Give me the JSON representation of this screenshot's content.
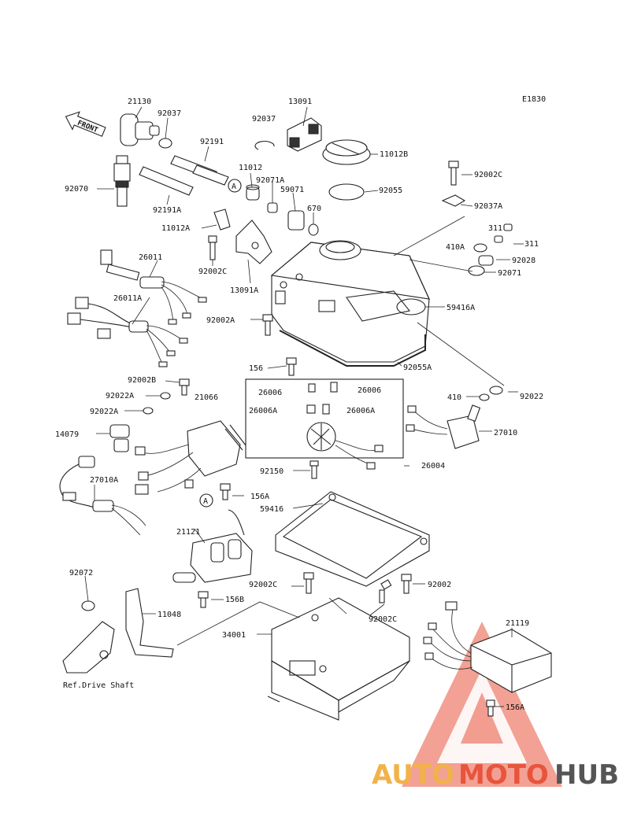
{
  "diagram_code": "E1830",
  "front_arrow_text": "FRONT",
  "callout_a": "A",
  "labels": {
    "p21130": "21130",
    "p92037_a": "92037",
    "p92037_b": "92037",
    "p13091": "13091",
    "p92191": "92191",
    "p11012B": "11012B",
    "p92070": "92070",
    "p11012": "11012",
    "p92071A": "92071A",
    "p59071": "59071",
    "p92055": "92055",
    "p92002C_a": "92002C",
    "p92037A": "92037A",
    "p92191A": "92191A",
    "p670": "670",
    "p11012A": "11012A",
    "p311_a": "311",
    "p311_b": "311",
    "p410A": "410A",
    "p92028": "92028",
    "p26011": "26011",
    "p92002C_b": "92002C",
    "p92071": "92071",
    "p13091A": "13091A",
    "p26011A": "26011A",
    "p59416A": "59416A",
    "p92002A": "92002A",
    "p156": "156",
    "p92055A": "92055A",
    "p92002B": "92002B",
    "p26006_a": "26006",
    "p26006_b": "26006",
    "p92022A_a": "92022A",
    "p21066": "21066",
    "p410": "410",
    "p92022": "92022",
    "p26006A_a": "26006A",
    "p26006A_b": "26006A",
    "p92022A_b": "92022A",
    "p14079": "14079",
    "p27010": "27010",
    "p92150": "92150",
    "p26004": "26004",
    "p27010A": "27010A",
    "p156A_a": "156A",
    "p59416": "59416",
    "p21121": "21121",
    "p92072": "92072",
    "p92002C_c": "92002C",
    "p92002": "92002",
    "p156B": "156B",
    "p11048": "11048",
    "p92002C_d": "92002C",
    "p21119": "21119",
    "p34001": "34001",
    "p156A_b": "156A",
    "ref_drive_shaft": "Ref.Drive Shaft"
  },
  "watermark": {
    "part1": "AUTO",
    "part2": "MOTO",
    "part3": "HUB",
    "color1": "#f2b24a",
    "color2": "#e8543c",
    "color3": "#555555"
  }
}
